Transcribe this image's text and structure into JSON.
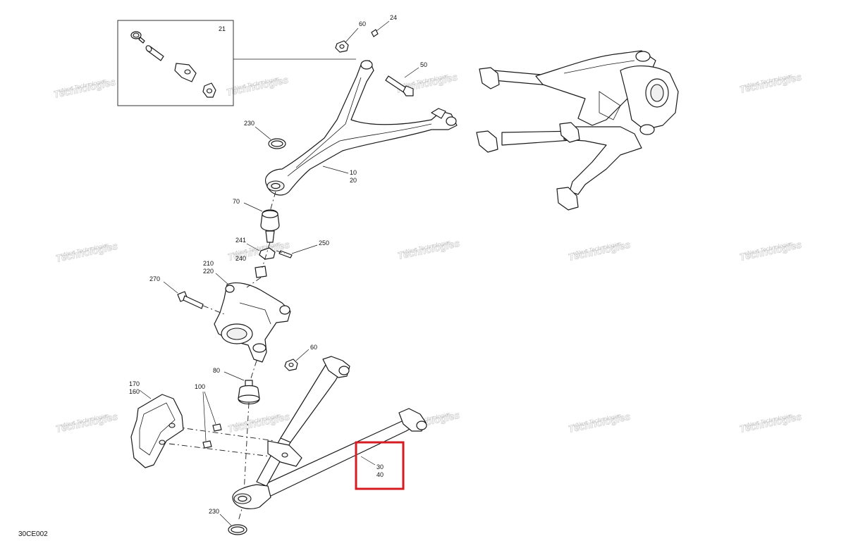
{
  "diagram": {
    "code": "30CE002",
    "watermark": {
      "line1": "vNext",
      "line2": "Technologies",
      "combined": "vNext Technologies"
    },
    "callouts": {
      "inset_21": "21",
      "p60_top": "60",
      "p24": "24",
      "p50": "50",
      "p230_top": "230",
      "p10": "10",
      "p20": "20",
      "p70": "70",
      "p241": "241",
      "p240": "240",
      "p250": "250",
      "p210": "210",
      "p220": "220",
      "p270": "270",
      "p60_mid": "60",
      "p80": "80",
      "p100": "100",
      "p170": "170",
      "p160": "160",
      "p30": "30",
      "p40": "40",
      "p230_bottom": "230"
    },
    "highlight_color": "#d61b23"
  }
}
